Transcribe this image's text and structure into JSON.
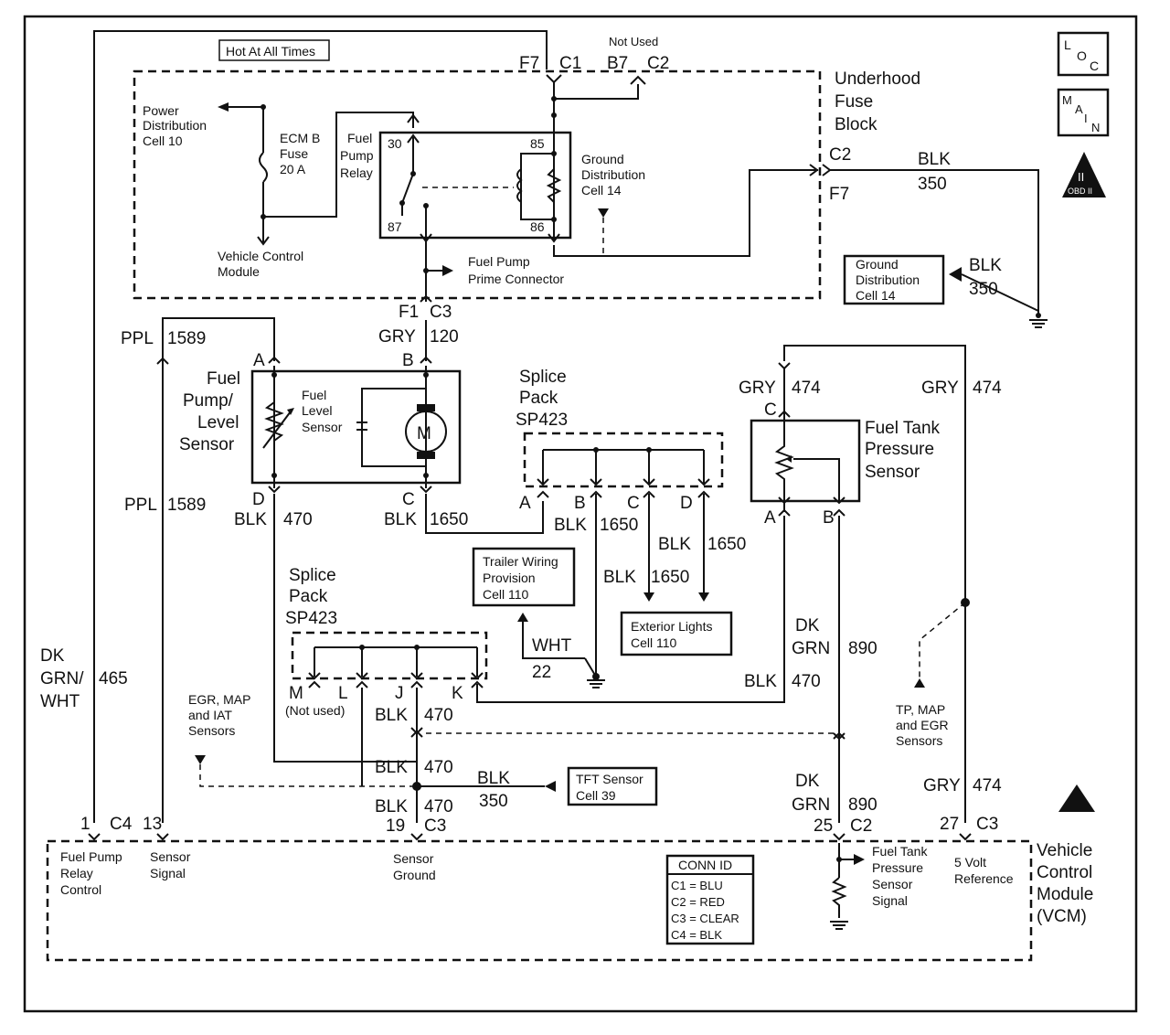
{
  "labels": {
    "hot_at_all_times": "Hot At All Times",
    "not_used_top": "Not Used",
    "f7_top": "F7",
    "c1_top": "C1",
    "b7_top": "B7",
    "c2_top": "C2",
    "underhood_1": "Underhood",
    "underhood_2": "Fuse",
    "underhood_3": "Block",
    "pd_1": "Power",
    "pd_2": "Distribution",
    "pd_3": "Cell 10",
    "ecm_1": "ECM B",
    "ecm_2": "Fuse",
    "ecm_3": "20 A",
    "fpr_1": "Fuel",
    "fpr_2": "Pump",
    "fpr_3": "Relay",
    "pin_30": "30",
    "pin_85": "85",
    "pin_87": "87",
    "pin_86": "86",
    "gd1_1": "Ground",
    "gd1_2": "Distribution",
    "gd1_3": "Cell 14",
    "c2_right": "C2",
    "f7_right": "F7",
    "blk_350_a1": "BLK",
    "blk_350_a2": "350",
    "vcm_sm_1": "Vehicle Control",
    "vcm_sm_2": "Module",
    "prime_1": "Fuel Pump",
    "prime_2": "Prime Connector",
    "gd2_1": "Ground",
    "gd2_2": "Distribution",
    "gd2_3": "Cell 14",
    "blk_350_b1": "BLK",
    "blk_350_b2": "350",
    "f1": "F1",
    "c3_f1": "C3",
    "gry": "GRY",
    "n120": "120",
    "ppl_top": "PPL",
    "n1589_top": "1589",
    "pin_a_fp": "A",
    "pin_b_fp": "B",
    "fp_1": "Fuel",
    "fp_2": "Pump/",
    "fp_3": "Level",
    "fp_4": "Sensor",
    "fls_1": "Fuel",
    "fls_2": "Level",
    "fls_3": "Sensor",
    "motor": "M",
    "ppl_mid": "PPL",
    "n1589_mid": "1589",
    "pin_d_fp": "D",
    "pin_c_fp": "C",
    "blk_470_d": "BLK",
    "n470_d": "470",
    "blk_1650_c": "BLK",
    "n1650_c": "1650",
    "sp1_1": "Splice",
    "sp1_2": "Pack",
    "sp1_3": "SP423",
    "sp1_a": "A",
    "sp1_b": "B",
    "sp1_c": "C",
    "sp1_d": "D",
    "blk_1650_b": "BLK",
    "n1650_b": "1650",
    "blk_1650_d": "BLK",
    "n1650_d": "1650",
    "blk_1650_cc": "BLK",
    "n1650_cc": "1650",
    "tw_1": "Trailer Wiring",
    "tw_2": "Provision",
    "tw_3": "Cell 110",
    "el_1": "Exterior Lights",
    "el_2": "Cell 110",
    "wht": "WHT",
    "n22": "22",
    "gry_474_l": "GRY",
    "n474_l": "474",
    "pin_c_ftp": "C",
    "gry_474_r": "GRY",
    "n474_r": "474",
    "ftp_1": "Fuel Tank",
    "ftp_2": "Pressure",
    "ftp_3": "Sensor",
    "pin_a_ftp": "A",
    "pin_b_ftp": "B",
    "dk_1": "DK",
    "grn_890_1": "GRN",
    "n890_1": "890",
    "blk_470_k": "BLK",
    "n470_k": "470",
    "sp2_1": "Splice",
    "sp2_2": "Pack",
    "sp2_3": "SP423",
    "sp2_m": "M",
    "sp2_l": "L",
    "sp2_j": "J",
    "sp2_k": "K",
    "not_used_m": "(Not used)",
    "blk_470_j": "BLK",
    "n470_j": "470",
    "dk_l1": "DK",
    "dk_l2": "GRN/",
    "dk_l3": "WHT",
    "n465": "465",
    "egr_1": "EGR, MAP",
    "egr_2": "and IAT",
    "egr_3": "Sensors",
    "tp_1": "TP, MAP",
    "tp_2": "and EGR",
    "tp_3": "Sensors",
    "blk_470_s": "BLK",
    "n470_s": "470",
    "blk_350_t": "BLK",
    "n350_t": "350",
    "tft_1": "TFT Sensor",
    "tft_2": "Cell 39",
    "blk_470_c3": "BLK",
    "n470_c3": "470",
    "dk_2": "DK",
    "grn_890_2": "GRN",
    "n890_2": "890",
    "gry_474_b": "GRY",
    "n474_b": "474",
    "pin_1": "1",
    "c4": "C4",
    "pin_13": "13",
    "pin_19": "19",
    "c3_19": "C3",
    "pin_25": "25",
    "c2_25": "C2",
    "pin_27": "27",
    "c3_27": "C3",
    "vcm_1": "Vehicle",
    "vcm_2": "Control",
    "vcm_3": "Module",
    "vcm_4": "(VCM)",
    "fprc_1": "Fuel Pump",
    "fprc_2": "Relay",
    "fprc_3": "Control",
    "ss_1": "Sensor",
    "ss_2": "Signal",
    "sg_1": "Sensor",
    "sg_2": "Ground",
    "ftps_1": "Fuel Tank",
    "ftps_2": "Pressure",
    "ftps_3": "Sensor",
    "ftps_4": "Signal",
    "ref_1": "5 Volt",
    "ref_2": "Reference",
    "conn_title": "CONN ID",
    "conn_1": "C1 = BLU",
    "conn_2": "C2 = RED",
    "conn_3": "C3 = CLEAR",
    "conn_4": "C4 = BLK",
    "loc_l": "L",
    "loc_o": "O",
    "loc_c": "C",
    "main_m": "M",
    "main_a": "A",
    "main_i": "I",
    "main_n": "N",
    "obd_roman": "II",
    "obd_text": "OBD II"
  }
}
